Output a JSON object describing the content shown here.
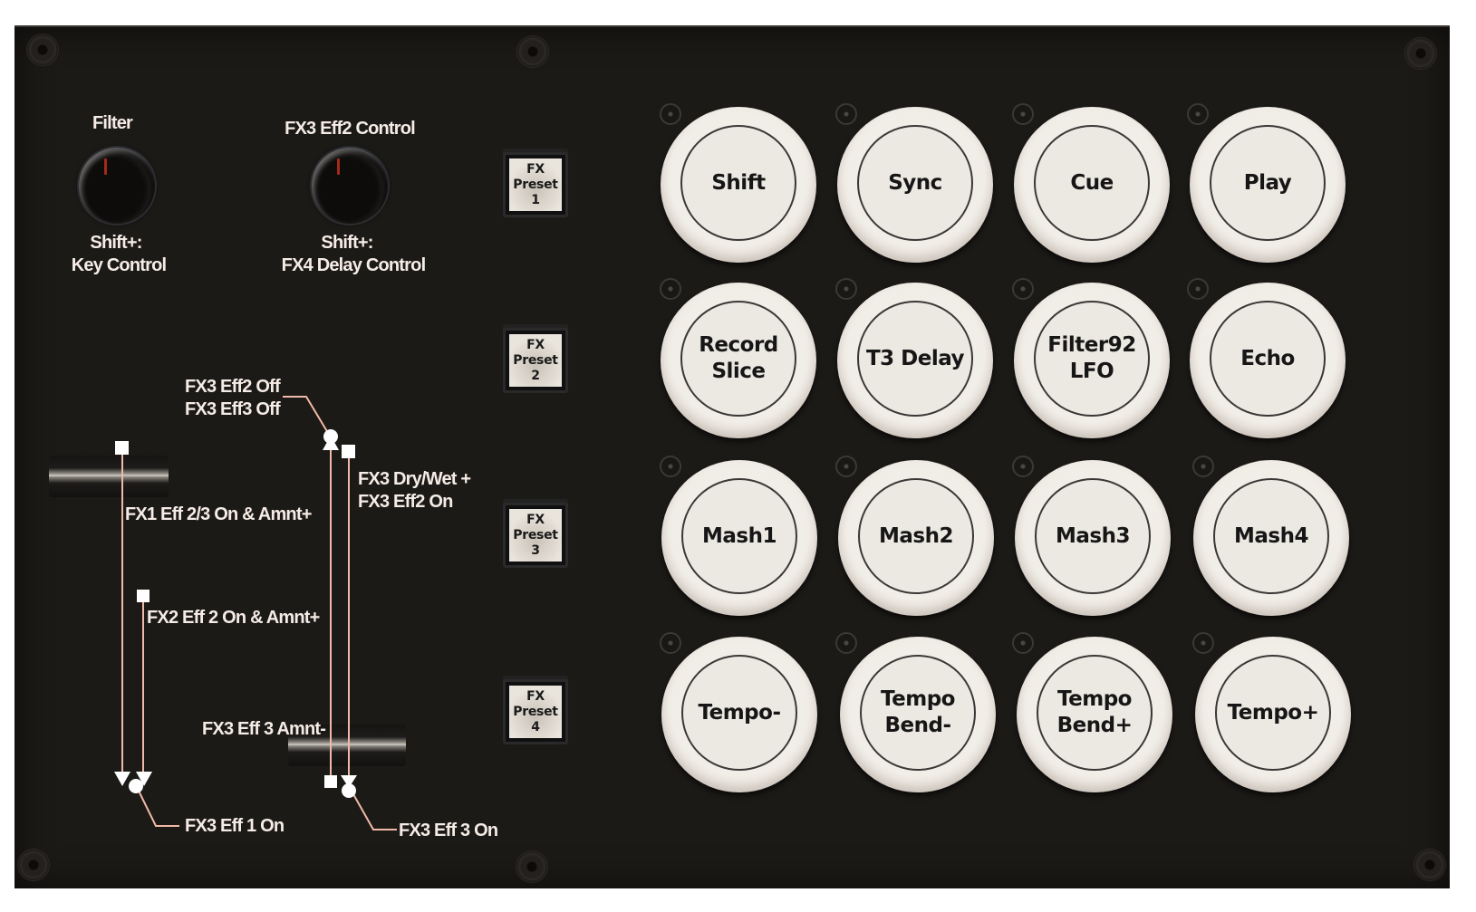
{
  "panel": {
    "background_color": "#1c1a17",
    "label_color": "#f6ece6",
    "line_color": "#f1b9a8"
  },
  "knobs": [
    {
      "top_label": "Filter",
      "shift_label": "Shift+:",
      "shift_function": "Key Control"
    },
    {
      "top_label": "FX3 Eff2 Control",
      "shift_label": "Shift+:",
      "shift_function": "FX4  Delay Control"
    }
  ],
  "fader_annotations": {
    "left_fader": {
      "fx1": "FX1 Eff 2/3 On & Amnt+",
      "fx2": "FX2 Eff 2 On & Amnt+",
      "bottom": "FX3 Eff 1 On"
    },
    "right_fader": {
      "top_line1": "FX3 Eff2 Off",
      "top_line2": "FX3 Eff3 Off",
      "drywet_line1": "FX3 Dry/Wet +",
      "drywet_line2": "FX3 Eff2 On",
      "amount": "FX3 Eff 3 Amnt-",
      "bottom": "FX3 Eff 3 On"
    }
  },
  "fx_presets": [
    {
      "line1": "FX",
      "line2": "Preset",
      "line3": "1"
    },
    {
      "line1": "FX",
      "line2": "Preset",
      "line3": "2"
    },
    {
      "line1": "FX",
      "line2": "Preset",
      "line3": "3"
    },
    {
      "line1": "FX",
      "line2": "Preset",
      "line3": "4"
    }
  ],
  "pads": [
    [
      {
        "line1": "Shift",
        "line2": ""
      },
      {
        "line1": "Sync",
        "line2": ""
      },
      {
        "line1": "Cue",
        "line2": ""
      },
      {
        "line1": "Play",
        "line2": ""
      }
    ],
    [
      {
        "line1": "Record",
        "line2": "Slice"
      },
      {
        "line1": "T3 Delay",
        "line2": ""
      },
      {
        "line1": "Filter92",
        "line2": "LFO"
      },
      {
        "line1": "Echo",
        "line2": ""
      }
    ],
    [
      {
        "line1": "Mash1",
        "line2": ""
      },
      {
        "line1": "Mash2",
        "line2": ""
      },
      {
        "line1": "Mash3",
        "line2": ""
      },
      {
        "line1": "Mash4",
        "line2": ""
      }
    ],
    [
      {
        "line1": "Tempo-",
        "line2": ""
      },
      {
        "line1": "Tempo",
        "line2": "Bend-"
      },
      {
        "line1": "Tempo",
        "line2": "Bend+"
      },
      {
        "line1": "Tempo+",
        "line2": ""
      }
    ]
  ]
}
